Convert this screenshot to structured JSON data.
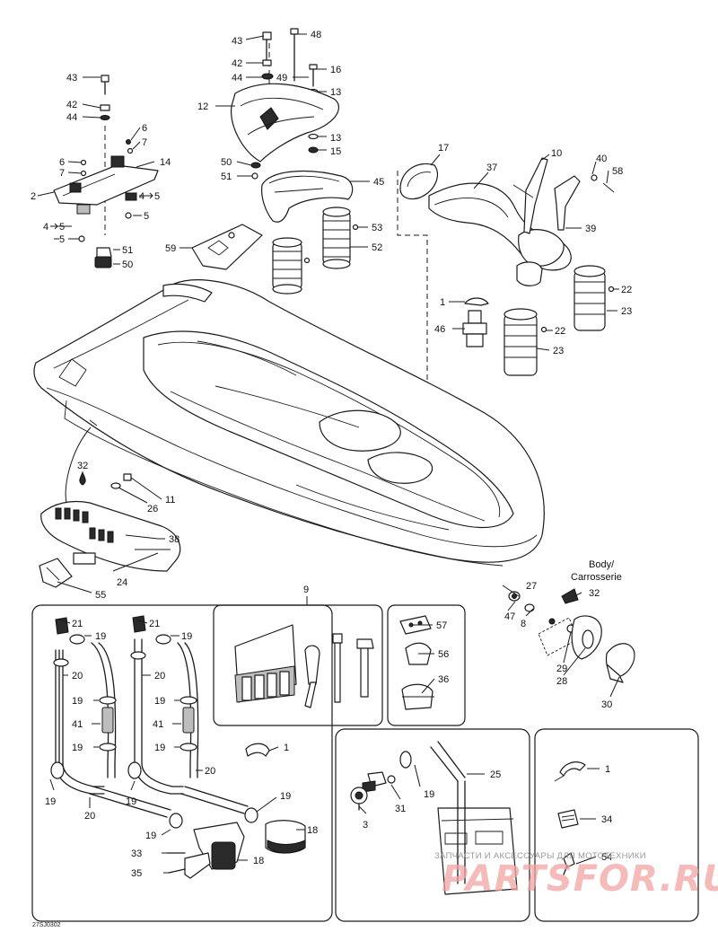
{
  "diagram": {
    "doc_code": "27SJ0302",
    "body_label": [
      "Body/",
      "Carrosserie"
    ],
    "watermark": {
      "line1": "ЗАПЧАСТИ И АКСЕССУАРЫ ДЛЯ МОТОТЕХНИКИ",
      "line2": "PARTSFOR.RU"
    }
  },
  "callouts": {
    "c43a": "43",
    "c48": "48",
    "c42a": "42",
    "c44a": "44",
    "c49": "49",
    "c16": "16",
    "c13a": "13",
    "c12": "12",
    "c13b": "13",
    "c15": "15",
    "c50a": "50",
    "c51a": "51",
    "c45": "45",
    "c53": "53",
    "c52": "52",
    "c59": "59",
    "c43b": "43",
    "c42b": "42",
    "c44b": "44",
    "c6a": "6",
    "c7a": "7",
    "c6b": "6",
    "c7b": "7",
    "c14": "14",
    "c2": "2",
    "c4a": "4",
    "c5a": "5",
    "c4b": "4",
    "c5b": "5",
    "c5c": "5",
    "c5d": "5",
    "c51b": "51",
    "c50b": "50",
    "c17": "17",
    "c10": "10",
    "c40": "40",
    "c58": "58",
    "c37": "37",
    "c39": "39",
    "c1a": "1",
    "c46": "46",
    "c22a": "22",
    "c22b": "22",
    "c23a": "23",
    "c23b": "23",
    "c32a": "32",
    "c11": "11",
    "c26": "26",
    "c38": "38",
    "c24": "24",
    "c55": "55",
    "c9": "9",
    "c57": "57",
    "c56": "56",
    "c36": "36",
    "c27": "27",
    "c32b": "32",
    "c47": "47",
    "c8": "8",
    "c29": "29",
    "c28": "28",
    "c30": "30",
    "c21a": "21",
    "c19a": "19",
    "c21b": "21",
    "c19b": "19",
    "c20a": "20",
    "c20b": "20",
    "c19c": "19",
    "c19d": "19",
    "c41a": "41",
    "c41b": "41",
    "c19e": "19",
    "c19f": "19",
    "c20c": "20",
    "c19g": "19",
    "c20d": "20",
    "c19h": "19",
    "c19i": "19",
    "c18a": "18",
    "c33": "33",
    "c35": "35",
    "c18b": "18",
    "c1b": "1",
    "c25": "25",
    "c19j": "19",
    "c31": "31",
    "c3": "3",
    "c1c": "1",
    "c34": "34",
    "c54": "54"
  }
}
